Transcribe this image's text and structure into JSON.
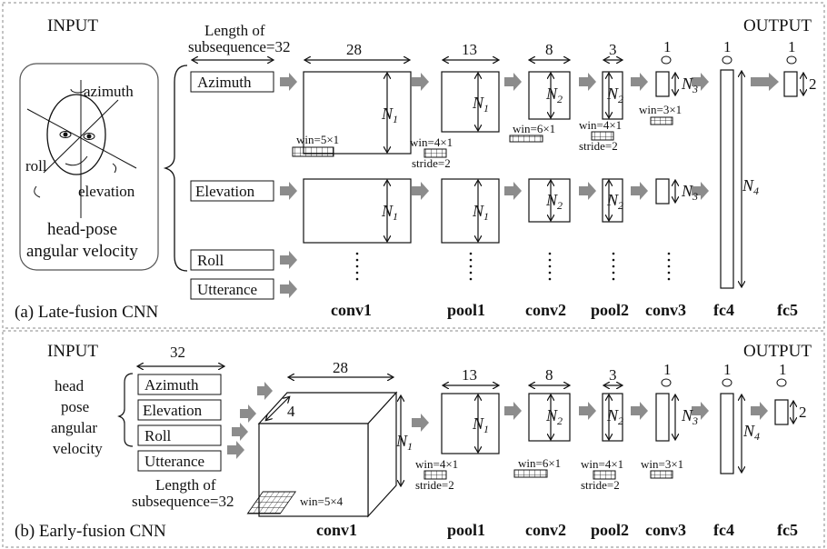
{
  "panel_a": {
    "caption": "(a) Late-fusion CNN",
    "input_title": "INPUT",
    "output_title": "OUTPUT",
    "length_label_1": "Length of",
    "length_label_2": "subsequence=32",
    "head_labels": {
      "azimuth": "azimuth",
      "roll": "roll",
      "elevation": "elevation"
    },
    "head_caption_1": "head-pose",
    "head_caption_2": "angular velocity",
    "channels": [
      "Azimuth",
      "Elevation",
      "Roll",
      "Utterance"
    ],
    "dims": {
      "conv1": "28",
      "pool1": "13",
      "conv2": "8",
      "pool2": "3",
      "conv3": "1",
      "fc4": "1",
      "fc5": "1"
    },
    "n_labels": {
      "n1": "N",
      "n2": "N",
      "n3": "N",
      "n4": "N",
      "s1": "1",
      "s2": "2",
      "s3": "3",
      "s4": "4",
      "fc5": "2"
    },
    "windows": {
      "conv1": "win=5×1",
      "pool1": "win=4×1",
      "pool1_stride": "stride=2",
      "conv2": "win=6×1",
      "pool2": "win=4×1",
      "pool2_stride": "stride=2",
      "conv3": "win=3×1"
    },
    "layers": [
      "conv1",
      "pool1",
      "conv2",
      "pool2",
      "conv3",
      "fc4",
      "fc5"
    ]
  },
  "panel_b": {
    "caption": "(b) Early-fusion CNN",
    "input_title": "INPUT",
    "output_title": "OUTPUT",
    "input_width": "32",
    "head_caption": [
      "head",
      "pose",
      "angular",
      "velocity"
    ],
    "channels": [
      "Azimuth",
      "Elevation",
      "Roll",
      "Utterance"
    ],
    "length_label_1": "Length of",
    "length_label_2": "subsequence=32",
    "depth": "4",
    "dims": {
      "conv1": "28",
      "pool1": "13",
      "conv2": "8",
      "pool2": "3",
      "conv3": "1",
      "fc4": "1",
      "fc5": "1"
    },
    "windows": {
      "conv1": "win=5×4",
      "pool1": "win=4×1",
      "pool1_stride": "stride=2",
      "conv2": "win=6×1",
      "pool2": "win=4×1",
      "pool2_stride": "stride=2",
      "conv3": "win=3×1"
    },
    "layers": [
      "conv1",
      "pool1",
      "conv2",
      "pool2",
      "conv3",
      "fc4",
      "fc5"
    ]
  },
  "colors": {
    "arrow": "#8c8c8c",
    "line": "#111111",
    "dash": "#888888"
  }
}
